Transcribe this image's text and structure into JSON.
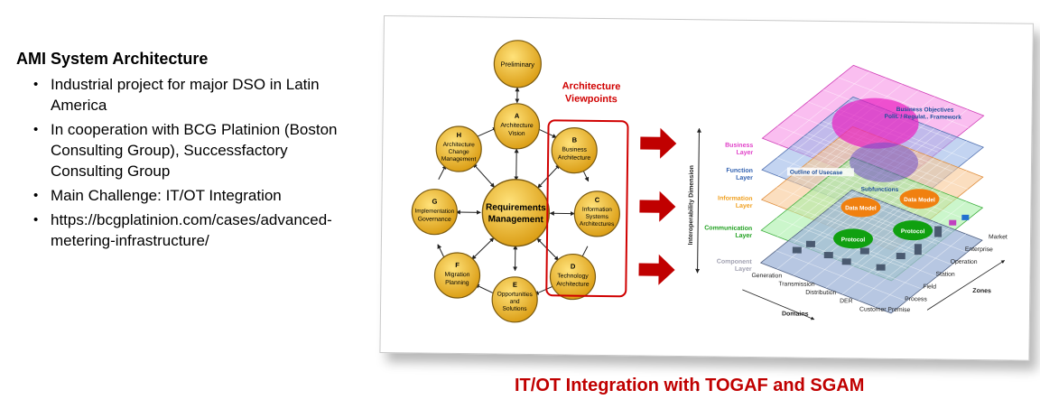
{
  "slide": {
    "title": "AMI System Architecture",
    "bullets": [
      "Industrial project for major DSO in Latin America",
      "In cooperation with BCG Platinion (Boston Consulting Group), Successfactory Consulting Group",
      "Main Challenge: IT/OT Integration",
      "https://bcgplatinion.com/cases/advanced-metering-infrastructure/"
    ],
    "caption": "IT/OT Integration with TOGAF and SGAM"
  },
  "togaf": {
    "preliminary": "Preliminary",
    "center": [
      "Requirements",
      "Management"
    ],
    "phases": [
      {
        "letter": "A",
        "lines": [
          "Architecture",
          "Vision"
        ]
      },
      {
        "letter": "B",
        "lines": [
          "Business",
          "Architecture"
        ]
      },
      {
        "letter": "C",
        "lines": [
          "Information",
          "Systems",
          "Architectures"
        ]
      },
      {
        "letter": "D",
        "lines": [
          "Technology",
          "Architecture"
        ]
      },
      {
        "letter": "E",
        "lines": [
          "Opportunities",
          "and",
          "Solutions"
        ]
      },
      {
        "letter": "F",
        "lines": [
          "Migration",
          "Planning"
        ]
      },
      {
        "letter": "G",
        "lines": [
          "Implementation",
          "Governance"
        ]
      },
      {
        "letter": "H",
        "lines": [
          "Architecture",
          "Change",
          "Management"
        ]
      }
    ],
    "viewpoints_label": [
      "Architecture",
      "Viewpoints"
    ]
  },
  "sgam": {
    "axis_label": "Interoperability Dimension",
    "layers": [
      {
        "lines": [
          "Business",
          "Layer"
        ],
        "color": "#e040c8"
      },
      {
        "lines": [
          "Function",
          "Layer"
        ],
        "color": "#3060b0"
      },
      {
        "lines": [
          "Information",
          "Layer"
        ],
        "color": "#f0a020"
      },
      {
        "lines": [
          "Communication",
          "Layer"
        ],
        "color": "#20a020"
      },
      {
        "lines": [
          "Component",
          "Layer"
        ],
        "color": "#a0a0b0"
      }
    ],
    "annotations": {
      "business_objectives": [
        "Business Objectives",
        "Polit. / Regulat.. Framework"
      ],
      "outline_usecase": "Outline of Usecase",
      "subfunctions": "Subfunctions",
      "data_model_1": "Data Model",
      "data_model_2": "Data Model",
      "protocol_1": "Protocol",
      "protocol_2": "Protocol"
    },
    "domains": [
      "Generation",
      "Transmission",
      "Distribution",
      "DER",
      "Customer Premise"
    ],
    "domains_title": "Domains",
    "zones": [
      "Market",
      "Enterprise",
      "Operation",
      "Station",
      "Field",
      "Process"
    ],
    "zones_title": "Zones"
  },
  "colors": {
    "accent_red": "#c00000",
    "node_gold": "#f2bd2f",
    "node_outline": "#7a5a10",
    "arrow_red": "#c00000"
  }
}
